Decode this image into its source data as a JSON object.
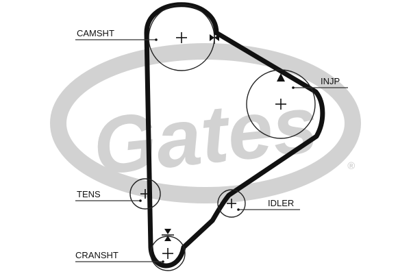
{
  "diagram": {
    "watermark": "Gates",
    "watermark_mark": "®",
    "labels": {
      "camshaft": "CAMSHT",
      "injection_pump": "INJP",
      "tensioner": "TENS",
      "idler": "IDLER",
      "crankshaft": "CRANSHT"
    },
    "colors": {
      "belt": "#111111",
      "pulley_stroke": "#222222",
      "watermark": "#d2d2d2"
    },
    "icons": [
      "plus-icon",
      "timing-mark-triangle-icon"
    ]
  }
}
